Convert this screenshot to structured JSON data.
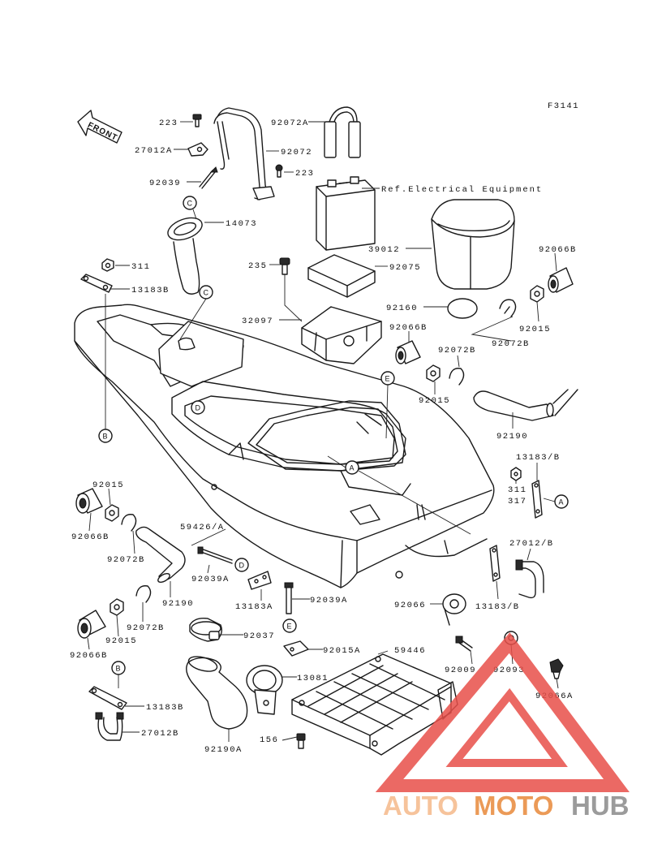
{
  "figure_code": "F3141",
  "front_label": "FRONT",
  "ref_text": "Ref.Electrical Equipment",
  "parts": {
    "p223a": "223",
    "p27012A": "27012A",
    "p92072A": "92072A",
    "p92072": "92072",
    "p223b": "223",
    "p92039": "92039",
    "p14073": "14073",
    "p311a": "311",
    "p13183B_top": "13183B",
    "p235": "235",
    "p92075": "92075",
    "p39012": "39012",
    "p92066B_r": "92066B",
    "p32097": "32097",
    "p92160": "92160",
    "p92066B_m": "92066B",
    "p92015_r": "92015",
    "p92072B_r": "92072B",
    "p92072B_m": "92072B",
    "p92015_m": "92015",
    "p92190": "92190",
    "p13183_B": "13183/B",
    "p311b": "311",
    "p317": "317",
    "p27012_B": "27012/B",
    "p92015_l": "92015",
    "p92066B_l": "92066B",
    "p92072B_l": "92072B",
    "p59426_A": "59426/A",
    "p92039A_l": "92039A",
    "p92190_l": "92190",
    "p13183A": "13183A",
    "p92039A_m": "92039A",
    "p13183_B2": "13183/B",
    "p92066": "92066",
    "p92072B_ll": "92072B",
    "p92015_ll": "92015",
    "p92066B_ll": "92066B",
    "p92037": "92037",
    "p92015A": "92015A",
    "p59446": "59446",
    "p92009": "92009",
    "p92093": "92093",
    "p92066A": "92066A",
    "p13081": "13081",
    "p13183B_bot": "13183B",
    "p27012B": "27012B",
    "p156": "156",
    "p92190A": "92190A"
  },
  "callouts": {
    "C": "C",
    "B": "B",
    "D": "D",
    "E": "E",
    "A": "A"
  },
  "watermark": {
    "part1": "AUTO",
    "part2": "MOTO",
    "part3": "HUB",
    "color_light": "#f5b98a",
    "color_orange": "#e8893a",
    "color_gray": "#8a8a8a",
    "triangle_color": "#e8504a"
  }
}
